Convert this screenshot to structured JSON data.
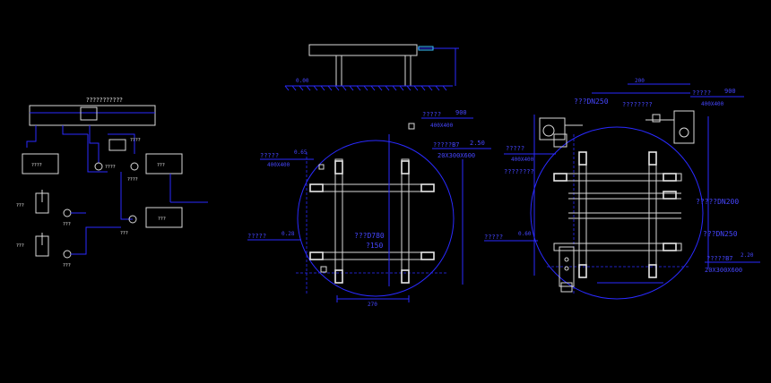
{
  "drawing": {
    "background": "#000000",
    "line_color": "#2a2aff",
    "outline_color": "#d8d8d8",
    "highlight_color": "#39c3ff",
    "left_schematic": {
      "title": "???????????",
      "labels": [
        "????",
        "????",
        "???",
        "????",
        "????",
        "???",
        "???",
        "???",
        "???",
        "???",
        "???"
      ]
    },
    "middle_section": {
      "top_dims": [
        "0.00"
      ],
      "labels": {
        "pipe_label": "?????",
        "pipe_dim": "900",
        "box_size": "400X400",
        "grid_label": "?????B7",
        "grid_dim": "2.50",
        "grid_size": "20X300X600",
        "left_label": "?????",
        "left_dim": "0.65",
        "left_size": "400X400",
        "bottom_left_label": "?????",
        "bottom_left_dim": "0.28",
        "center_label": "???D780",
        "center_value": "?150",
        "bottom_dim": "270"
      }
    },
    "right_plan": {
      "labels": {
        "top_dim": "200",
        "pipe_top": "???DN250",
        "right_label": "?????",
        "right_dim": "900",
        "right_size": "400X400",
        "left_label": "?????",
        "left_size": "400X400",
        "left_extra": "????????",
        "dn200": "?????DN200",
        "dn250": "???DN250",
        "bottom_left_label": "?????",
        "bottom_left_dim": "0.60",
        "bottom_right_label": "?????B7",
        "bottom_right_dim": "2.20",
        "bottom_right_size": "20X300X600"
      }
    }
  }
}
